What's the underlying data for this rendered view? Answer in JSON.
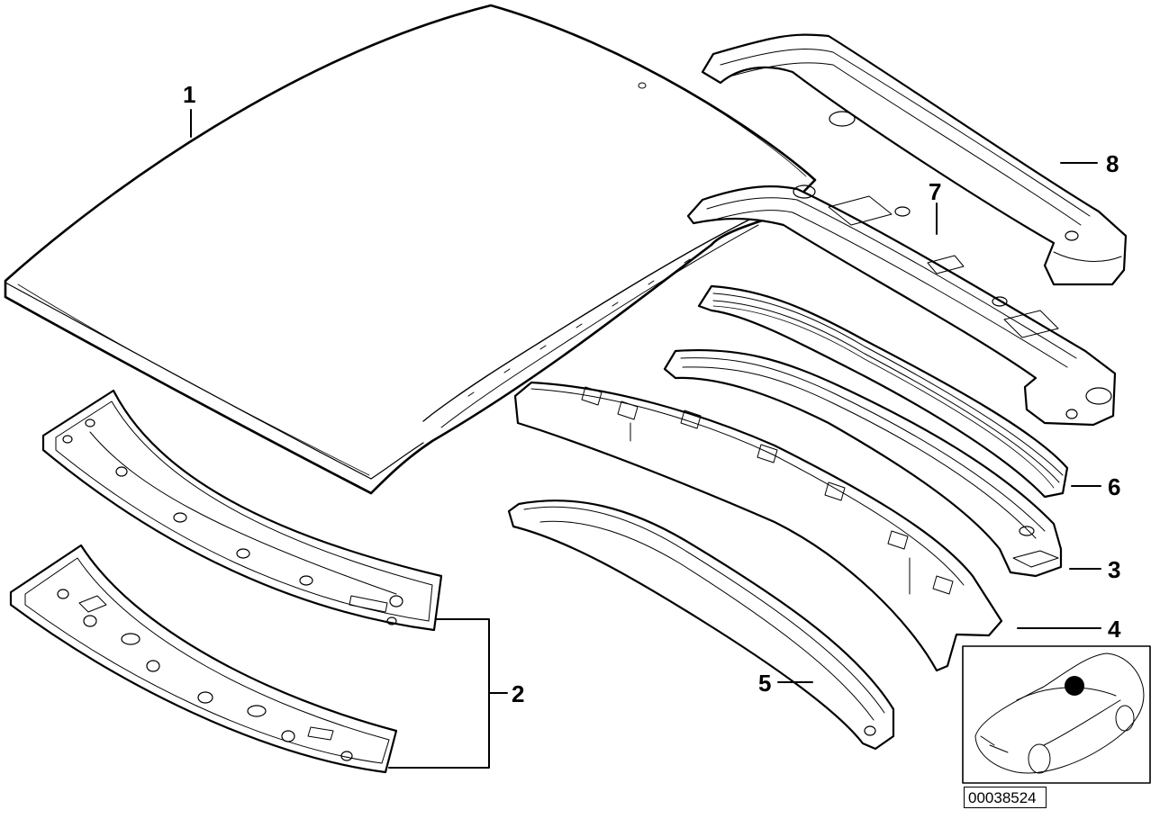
{
  "diagram": {
    "type": "exploded parts diagram",
    "subject": "Roof panel and roof bows / cross members",
    "line_color": "#000000",
    "background": "#ffffff"
  },
  "callouts": [
    {
      "id": "1",
      "label": "1",
      "part": "roof panel"
    },
    {
      "id": "2",
      "label": "2",
      "part": "front roof frame (two panels)"
    },
    {
      "id": "3",
      "label": "3",
      "part": "roof bow"
    },
    {
      "id": "4",
      "label": "4",
      "part": "roof bow"
    },
    {
      "id": "5",
      "label": "5",
      "part": "roof bow"
    },
    {
      "id": "6",
      "label": "6",
      "part": "roof bow"
    },
    {
      "id": "7",
      "label": "7",
      "part": "rear roof frame"
    },
    {
      "id": "8",
      "label": "8",
      "part": "rear roof frame inner"
    }
  ],
  "inset": {
    "description": "reference car with dot marking roof location",
    "marker_color": "#000000"
  },
  "part_number": "00038524"
}
